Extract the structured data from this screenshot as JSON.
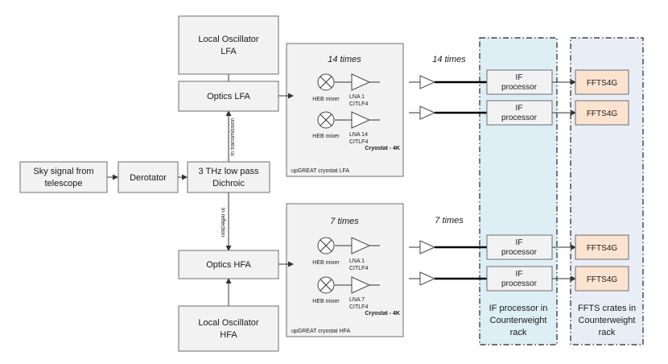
{
  "blocks": {
    "sky_signal": [
      "Sky signal from",
      "telescope"
    ],
    "derotator": [
      "Derotator"
    ],
    "dichroic": [
      "3 THz low pass",
      "Dichroic"
    ],
    "lo_lfa": [
      "Local Oscillator",
      "LFA"
    ],
    "optics_lfa": [
      "Optics LFA"
    ],
    "optics_hfa": [
      "Optics HFA"
    ],
    "lo_hfa": [
      "Local Oscillator",
      "HFA"
    ]
  },
  "paths": {
    "transmission": "In transmission",
    "reflection": "In reflection"
  },
  "cryostats": [
    {
      "repeat": "14 times",
      "mixer_label": "HEB mixer",
      "lna_top": [
        "LNA 1",
        "CITLF4"
      ],
      "lna_bottom": [
        "LNA 14",
        "CITLF4"
      ],
      "temp": "Cryostat - 4K",
      "name": "upGREAT cryostat LFA"
    },
    {
      "repeat": "7 times",
      "mixer_label": "HEB mixer",
      "lna_top": [
        "LNA 1",
        "CITLF4"
      ],
      "lna_bottom": [
        "LNA 7",
        "CITLF4"
      ],
      "temp": "Cryostat - 4K",
      "name": "upGREAT cryostat HFA"
    }
  ],
  "chain_repeat": [
    "14 times",
    "7 times"
  ],
  "if_box": [
    "IF",
    "processor"
  ],
  "ffts_box": "FFTS4G",
  "racks": {
    "if": [
      "IF processor in",
      "Counterweight",
      "rack"
    ],
    "ffts": [
      "FFTS crates in",
      "Counterweight",
      "rack"
    ]
  },
  "colors": {
    "box_fill": "#f2f2f2",
    "if_rack_fill": "#ddeef5",
    "ffts_rack_fill": "#e9edf6",
    "ffts_box_fill": "#fbe3d0"
  }
}
